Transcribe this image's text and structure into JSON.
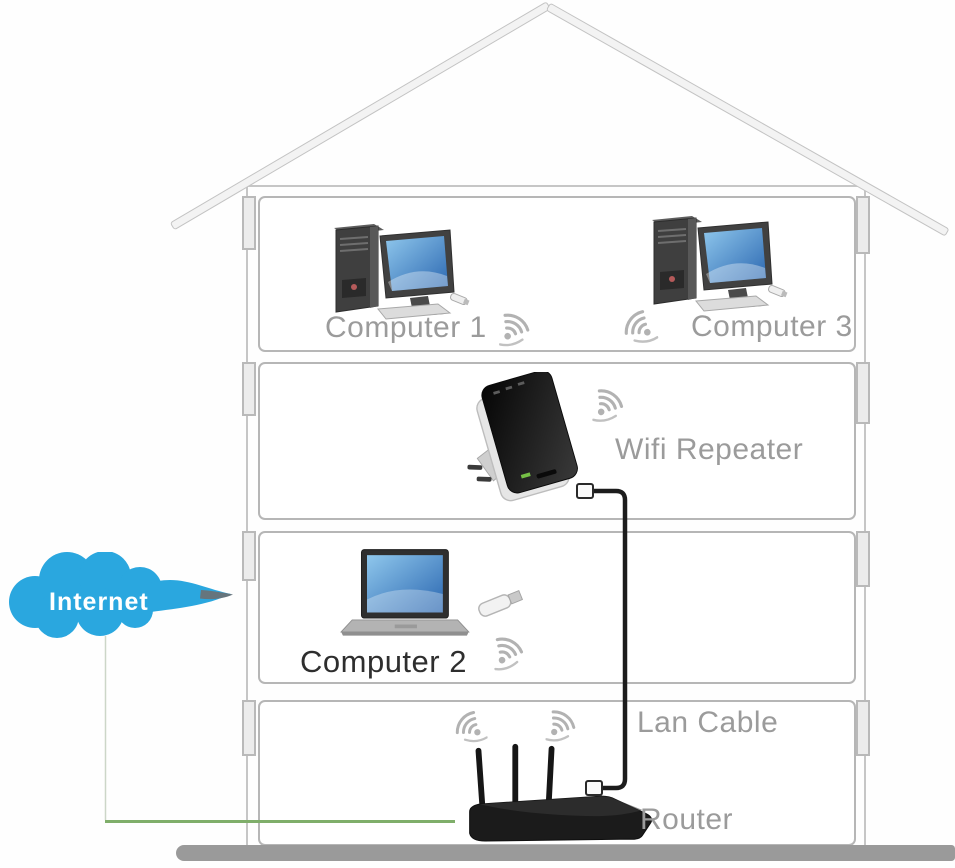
{
  "diagram": {
    "internet": {
      "label": "Internet"
    },
    "floors": {
      "top": {
        "computer1": "Computer 1",
        "computer3": "Computer 3"
      },
      "repeater_floor": {
        "label": "Wifi Repeater"
      },
      "middle": {
        "computer2": "Computer 2"
      },
      "ground_floor": {
        "lan_cable": "Lan Cable",
        "router": "Router"
      }
    },
    "colors": {
      "cloud_blue": "#2aa7df",
      "internet_line_green": "#7fae6a",
      "cloud_drop_line": "#ccd6c8",
      "lan_cable": "#1c1c1c",
      "label_gray": "#9b9b9b",
      "wall_gray": "#b6b6b6",
      "ground_gray": "#9a9a9a",
      "screen_blue": "#2a66b0"
    },
    "icons": {
      "cloud": "internet-cloud-icon",
      "desktop_pc": "desktop-computer-icon",
      "laptop": "laptop-icon",
      "repeater": "wifi-repeater-icon",
      "router": "router-icon",
      "wifi_signal": "wifi-signal-icon",
      "usb_dongle": "usb-dongle-icon"
    }
  }
}
